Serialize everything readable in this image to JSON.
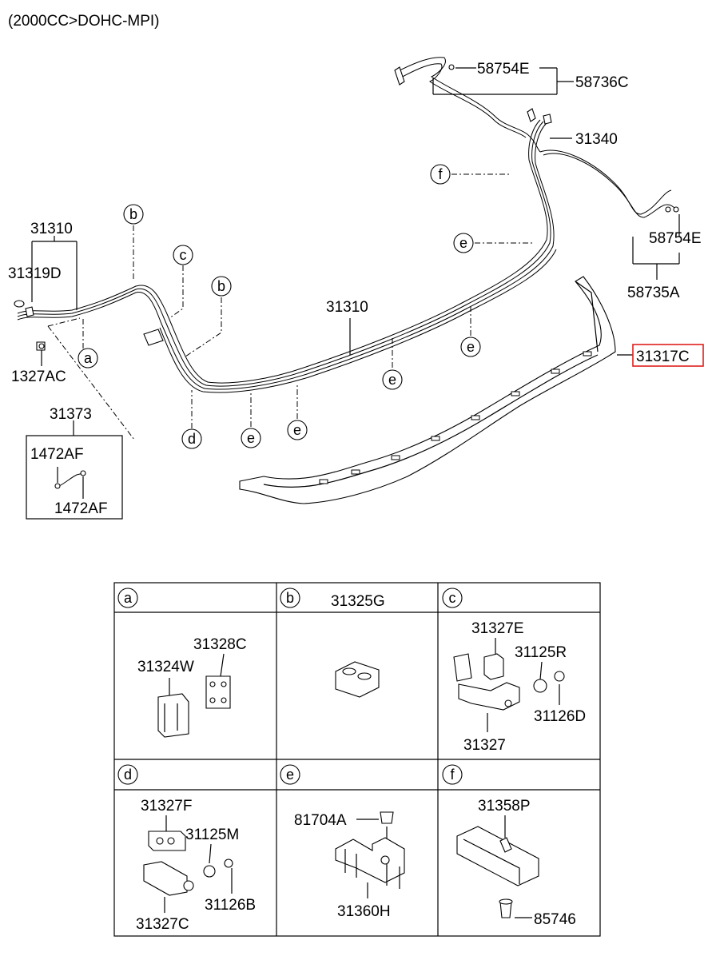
{
  "header": {
    "engine_note": "(2000CC>DOHC-MPI)"
  },
  "callouts": {
    "p58754E_top": "58754E",
    "p58736C": "58736C",
    "p31340": "31340",
    "p58754E_right": "58754E",
    "p58735A": "58735A",
    "p31310_left": "31310",
    "p31319D": "31319D",
    "p1327AC": "1327AC",
    "p31373": "31373",
    "p1472AF_a": "1472AF",
    "p1472AF_b": "1472AF",
    "p31310_mid": "31310",
    "p31317C": "31317C"
  },
  "circle_letters": {
    "a": "a",
    "b": "b",
    "c": "c",
    "d": "d",
    "e": "e",
    "f": "f"
  },
  "table": {
    "cells": {
      "a": {
        "letter": "a",
        "parts": [
          "31328C",
          "31324W"
        ]
      },
      "b": {
        "letter": "b",
        "parts": [
          "31325G"
        ]
      },
      "c": {
        "letter": "c",
        "parts": [
          "31327E",
          "31125R",
          "31126D",
          "31327"
        ]
      },
      "d": {
        "letter": "d",
        "parts": [
          "31327F",
          "31125M",
          "31126B",
          "31327C"
        ]
      },
      "e": {
        "letter": "e",
        "parts": [
          "81704A",
          "31360H"
        ]
      },
      "f": {
        "letter": "f",
        "parts": [
          "31358P",
          "85746"
        ]
      }
    }
  },
  "colors": {
    "highlight": "#e0201c",
    "ink": "#000000"
  }
}
